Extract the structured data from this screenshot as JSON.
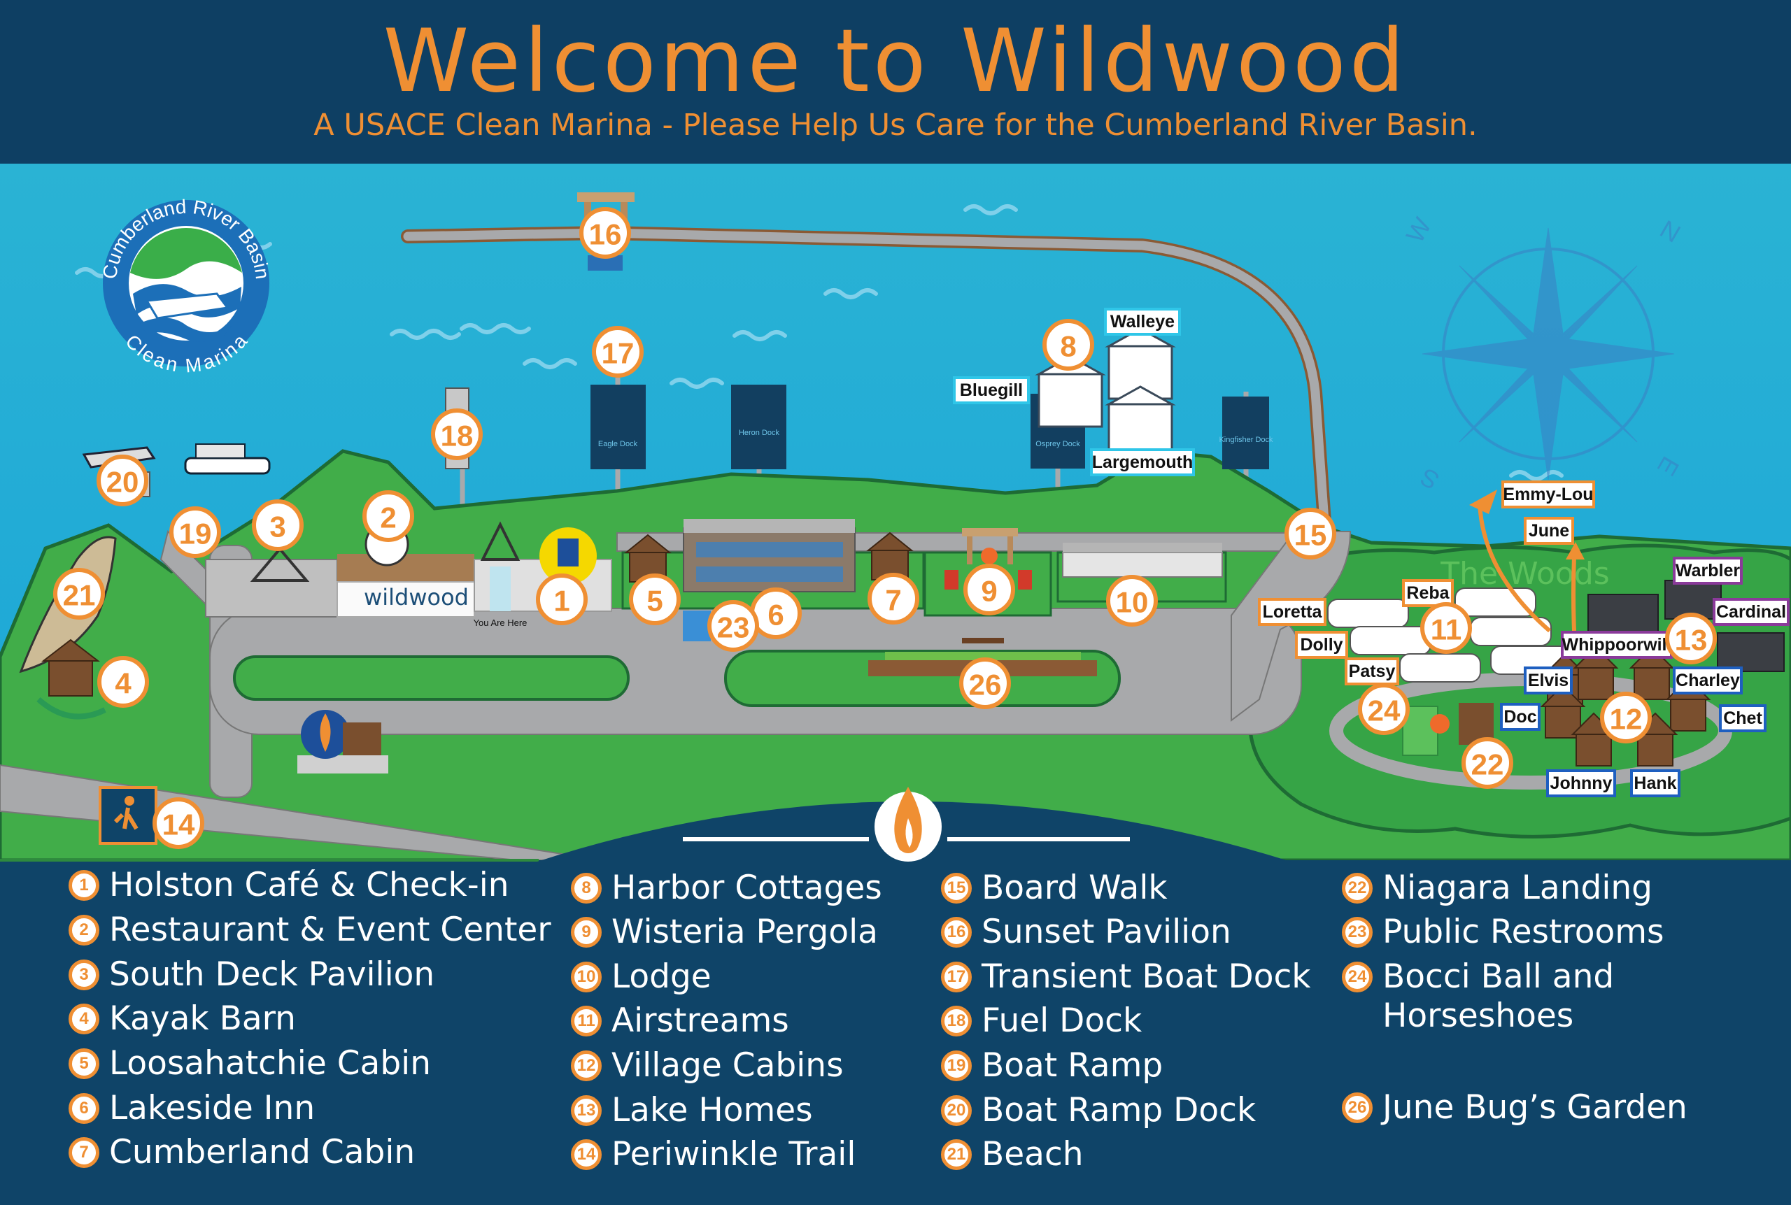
{
  "header": {
    "title": "Welcome to Wildwood",
    "subtitle": "A USACE Clean Marina - Please Help Us Care for the Cumberland River Basin."
  },
  "map": {
    "logo": {
      "top_text": "Cumberland River Basin",
      "bottom_text": "Clean Marina"
    },
    "compass": {
      "n": "N",
      "e": "E",
      "s": "S",
      "w": "W"
    },
    "docks": [
      "Eagle Dock",
      "Heron Dock",
      "Osprey Dock",
      "Kingfisher Dock"
    ],
    "area_label": "The Woods",
    "you_are_here": "You Are Here",
    "sign_text": "wildwood",
    "harbor_cottages": [
      "Walleye",
      "Bluegill",
      "Largemouth"
    ],
    "airstreams": [
      "Loretta",
      "Reba",
      "Dolly",
      "Patsy"
    ],
    "lakeside_arrows": [
      "Emmy-Lou",
      "June"
    ],
    "lake_homes": [
      "Warbler",
      "Cardinal",
      "Whippoorwill"
    ],
    "village_cabins": [
      "Elvis",
      "Charley",
      "Doc",
      "Chet",
      "Johnny",
      "Hank"
    ]
  },
  "colors": {
    "orange": "#ef8f33",
    "navy": "#0f4468",
    "water": "#21a8d3",
    "grass": "#41ad49",
    "road": "#a8a9ab"
  },
  "legend": {
    "items": [
      {
        "num": "1",
        "label": "Holston Café & Check-in"
      },
      {
        "num": "2",
        "label": "Restaurant & Event Center"
      },
      {
        "num": "3",
        "label": "South Deck Pavilion"
      },
      {
        "num": "4",
        "label": "Kayak Barn"
      },
      {
        "num": "5",
        "label": "Loosahatchie Cabin"
      },
      {
        "num": "6",
        "label": "Lakeside Inn"
      },
      {
        "num": "7",
        "label": "Cumberland Cabin"
      },
      {
        "num": "8",
        "label": "Harbor Cottages"
      },
      {
        "num": "9",
        "label": "Wisteria Pergola"
      },
      {
        "num": "10",
        "label": "Lodge"
      },
      {
        "num": "11",
        "label": "Airstreams"
      },
      {
        "num": "12",
        "label": "Village Cabins"
      },
      {
        "num": "13",
        "label": "Lake Homes"
      },
      {
        "num": "14",
        "label": "Periwinkle Trail"
      },
      {
        "num": "15",
        "label": "Board Walk"
      },
      {
        "num": "16",
        "label": "Sunset Pavilion"
      },
      {
        "num": "17",
        "label": "Transient Boat Dock"
      },
      {
        "num": "18",
        "label": "Fuel Dock"
      },
      {
        "num": "19",
        "label": "Boat Ramp"
      },
      {
        "num": "20",
        "label": "Boat Ramp Dock"
      },
      {
        "num": "21",
        "label": "Beach"
      },
      {
        "num": "22",
        "label": "Niagara Landing"
      },
      {
        "num": "23",
        "label": "Public Restrooms"
      },
      {
        "num": "24",
        "label": "Bocci Ball and Horseshoes"
      },
      {
        "num": "26",
        "label": "June Bug’s Garden"
      }
    ]
  }
}
